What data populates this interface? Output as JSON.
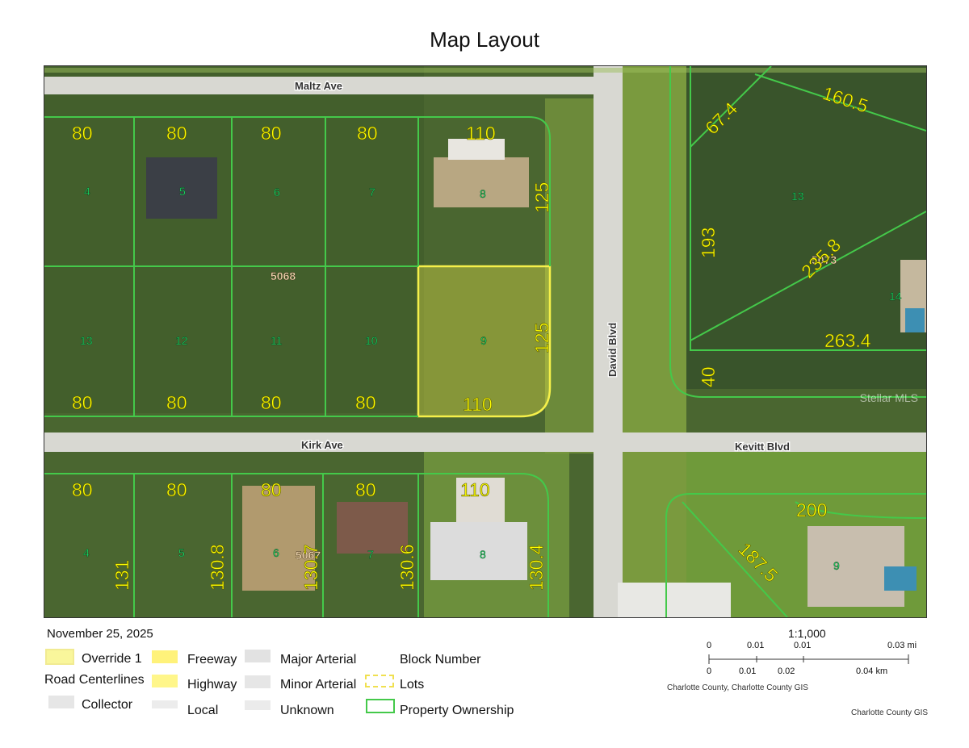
{
  "title": "Map Layout",
  "date": "November 25, 2025",
  "map": {
    "roads": {
      "maltz": "Maltz Ave",
      "kirk": "Kirk Ave",
      "kevitt": "Kevitt Blvd",
      "david": "David Blvd"
    },
    "block_numbers": [
      "5068",
      "5067",
      "5073"
    ],
    "watermark": "Stellar MLS",
    "lots_top_row": [
      {
        "lot": "4",
        "front": "80"
      },
      {
        "lot": "5",
        "front": "80"
      },
      {
        "lot": "6",
        "front": "80"
      },
      {
        "lot": "7",
        "front": "80"
      },
      {
        "lot": "8",
        "front": "110",
        "side": "125"
      }
    ],
    "lots_middle_row": [
      {
        "lot": "13",
        "front": "80"
      },
      {
        "lot": "12",
        "front": "80"
      },
      {
        "lot": "11",
        "front": "80"
      },
      {
        "lot": "10",
        "front": "80"
      },
      {
        "lot": "9",
        "front": "110",
        "side": "125"
      }
    ],
    "lots_bottom_row": [
      {
        "lot": "4",
        "front": "80",
        "side": "131"
      },
      {
        "lot": "5",
        "front": "80",
        "side": "130.8"
      },
      {
        "lot": "6",
        "front": "80",
        "side": "130.7"
      },
      {
        "lot": "7",
        "front": "80",
        "side": "130.6"
      },
      {
        "lot": "8",
        "front": "110",
        "side": "130.4"
      }
    ],
    "east_parcels": {
      "lot13": "13",
      "lot14": "14",
      "lot9": "9",
      "dims": [
        "160.5",
        "67.4",
        "193",
        "235.8",
        "263.4",
        "40",
        "200",
        "187.5"
      ]
    }
  },
  "legend": {
    "override": "Override 1",
    "road_centerlines": "Road Centerlines",
    "collector": "Collector",
    "freeway": "Freeway",
    "highway": "Highway",
    "local": "Local",
    "major_arterial": "Major Arterial",
    "minor_arterial": "Minor Arterial",
    "unknown": "Unknown",
    "block_number": "Block Number",
    "lots": "Lots",
    "property_ownership": "Property Ownership"
  },
  "scale": {
    "ratio": "1:1,000",
    "mi_ticks": [
      "0",
      "0.01",
      "0.01",
      "0.03 mi"
    ],
    "km_ticks": [
      "0",
      "0.01",
      "0.02",
      "0.04 km"
    ],
    "source_credit": "Charlotte County, Charlotte County GIS"
  },
  "credit": "Charlotte County GIS",
  "colors": {
    "parcel_line": "#44c94a",
    "highlight": "#f5f04a",
    "dimension_text": "#ffff00",
    "lot_text": "#1fe36a"
  }
}
